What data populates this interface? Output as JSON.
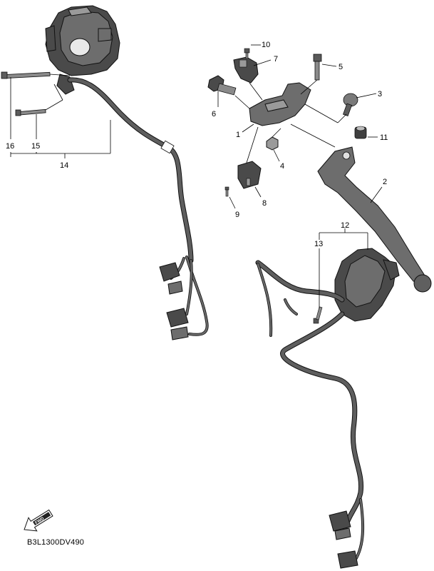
{
  "diagram": {
    "code": "B3L1300DV490",
    "fwd_arrow_label": "FWD",
    "callouts": {
      "c1": "1",
      "c2": "2",
      "c3": "3",
      "c4": "4",
      "c5": "5",
      "c6": "6",
      "c7": "7",
      "c8": "8",
      "c9": "9",
      "c10": "10",
      "c11": "11",
      "c12": "12",
      "c13": "13",
      "c14": "14",
      "c15": "15",
      "c16": "16"
    }
  }
}
